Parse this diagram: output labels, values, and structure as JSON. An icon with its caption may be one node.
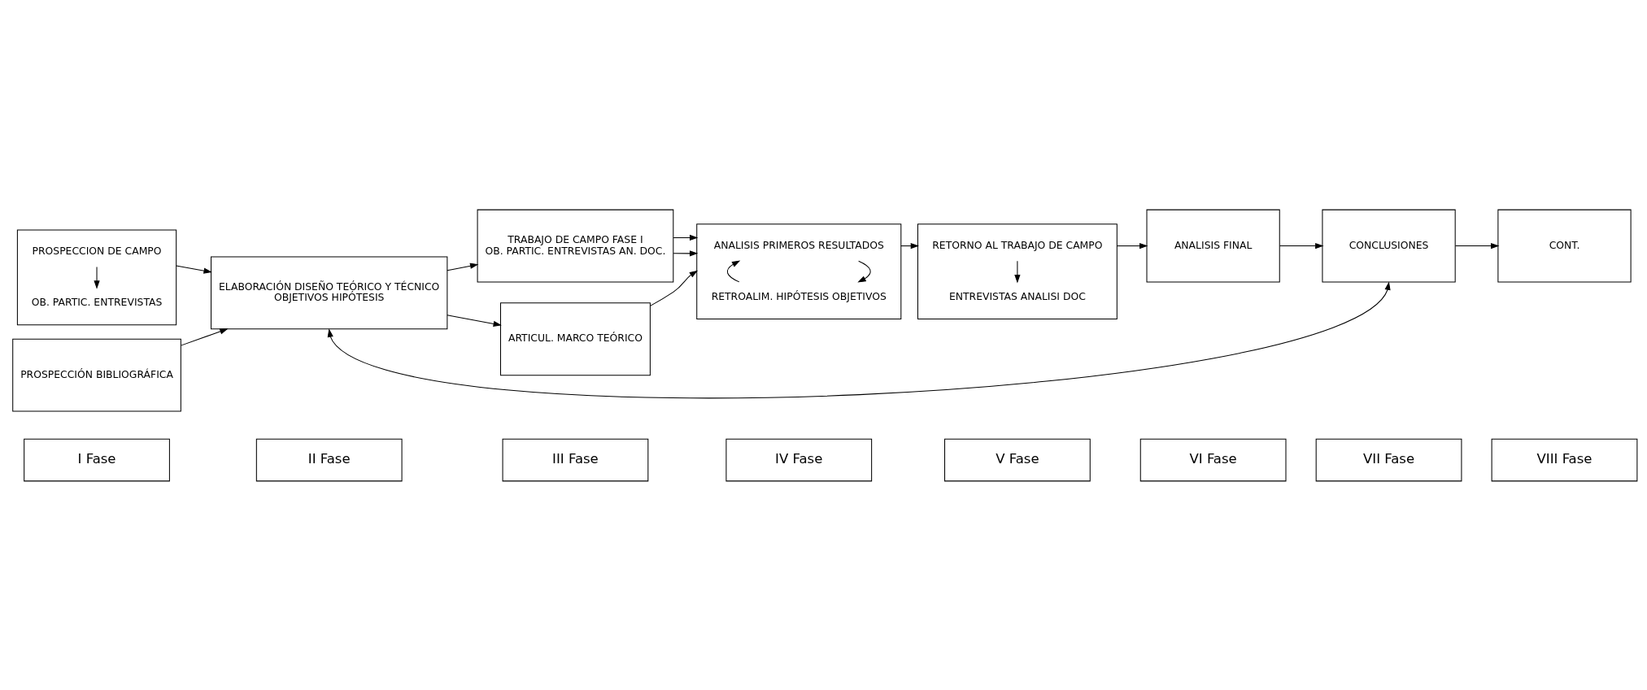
{
  "diagram": {
    "nodes": [
      {
        "text": [
          "I Fase"
        ]
      },
      {
        "text": [
          "II Fase"
        ]
      },
      {
        "text": [
          "III Fase"
        ]
      },
      {
        "text": [
          "IV Fase"
        ]
      },
      {
        "text": [
          "V Fase"
        ]
      },
      {
        "text": [
          "VI Fase"
        ]
      },
      {
        "text": [
          "VII Fase"
        ]
      },
      {
        "text": [
          "VIII Fase"
        ]
      },
      {
        "text": [],
        "shape": "box"
      },
      {
        "text": [
          "PROSPECCION DE CAMPO"
        ],
        "in": 8
      },
      {
        "text": [
          "OB. PARTIC. ENTREVISTAS"
        ],
        "in": 8
      },
      {
        "text": [
          "PROSPECCIÓN BIBLIOGRÁFICA"
        ]
      },
      {
        "text": [
          "ELABORACIÓN DISEÑO TEÓRICO Y TÉCNICO",
          "OBJETIVOS HIPÓTESIS"
        ]
      },
      {
        "text": [
          "TRABAJO DE CAMPO FASE I",
          "OB. PARTIC. ENTREVISTAS AN. DOC."
        ]
      },
      {
        "text": [
          "ARTICUL. MARCO TEÓRICO"
        ]
      },
      {
        "text": [],
        "shape": "box"
      },
      {
        "text": [
          "ANALISIS PRIMEROS RESULTADOS"
        ],
        "in": 15
      },
      {
        "text": [
          "RETROALIM. HIPÓTESIS OBJETIVOS"
        ],
        "in": 15
      },
      {
        "text": [],
        "shape": "box"
      },
      {
        "text": [
          "RETORNO AL TRABAJO DE CAMPO"
        ],
        "in": 18
      },
      {
        "text": [
          "ENTREVISTAS ANALISI DOC"
        ],
        "in": 18
      },
      {
        "text": [
          "ANALISIS FINAL"
        ]
      },
      {
        "text": [
          "CONCLUSIONES"
        ]
      },
      {
        "text": [
          "CONT."
        ]
      }
    ],
    "edges": [
      {
        "from": 9,
        "to": 10,
        "arrow": "to"
      },
      {
        "from": 8,
        "to": 12,
        "arrow": "to"
      },
      {
        "from": 11,
        "to": 12,
        "arrow": "to"
      },
      {
        "from": 12,
        "to": 13,
        "arrow": "to"
      },
      {
        "from": 12,
        "to": 14,
        "arrow": "to"
      },
      {
        "from": 13,
        "to": 15,
        "arrow": "to"
      },
      {
        "from": 13,
        "to": 15,
        "arrow": "to"
      },
      {
        "from": 14,
        "to": 15,
        "arrow": "to"
      },
      {
        "from": 16,
        "to": 17,
        "arrow": "to"
      },
      {
        "from": 17,
        "to": 16,
        "arrow": "to"
      },
      {
        "from": 15,
        "to": 18,
        "arrow": "to"
      },
      {
        "from": 19,
        "to": 20,
        "arrow": "to"
      },
      {
        "from": 18,
        "to": 21,
        "arrow": "to"
      },
      {
        "from": 21,
        "to": 22,
        "arrow": "to"
      },
      {
        "from": 22,
        "to": 23,
        "arrow": "to"
      },
      {
        "from": 12,
        "to": 22,
        "arrow": "both"
      }
    ]
  }
}
